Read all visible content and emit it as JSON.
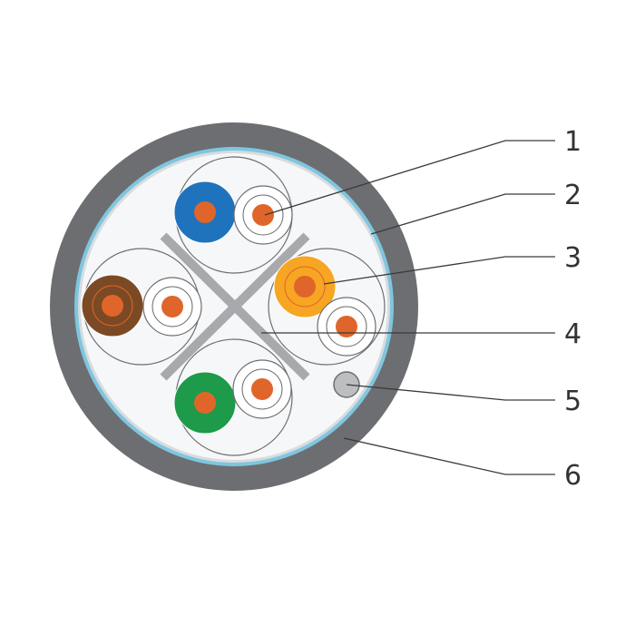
{
  "diagram": {
    "callouts": [
      {
        "id": 1,
        "label": "1"
      },
      {
        "id": 2,
        "label": "2"
      },
      {
        "id": 3,
        "label": "3"
      },
      {
        "id": 4,
        "label": "4"
      },
      {
        "id": 5,
        "label": "5"
      },
      {
        "id": 6,
        "label": "6"
      }
    ],
    "colors": {
      "outer_jacket": "#6d6e71",
      "inner_sheath": "#f6f7f8",
      "shield_foil": "#7fc6df",
      "pair_separator": "#a7a9ac",
      "drain_wire": "#bcbec0",
      "conductor_copper": "#e0652a",
      "pair_outline": "#6d6e71",
      "insulation_blue": "#1f73bd",
      "insulation_orange": "#f6a623",
      "insulation_brown": "#7b4a24",
      "insulation_green": "#1d9a4a",
      "insulation_white": "#ffffff"
    },
    "pairs": [
      "blue",
      "orange",
      "brown",
      "green"
    ]
  }
}
